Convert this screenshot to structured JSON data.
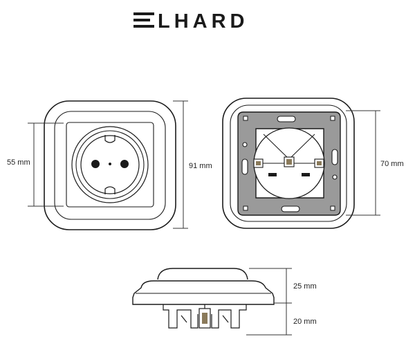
{
  "brand": {
    "name": "ELHARD",
    "color": "#1a1a1a"
  },
  "front_view": {
    "socket_diameter_label": "55 mm",
    "overall_height_label": "91 mm"
  },
  "back_view": {
    "insert_height_label": "70 mm"
  },
  "side_view": {
    "front_depth_label": "25 mm",
    "rear_depth_label": "20 mm"
  },
  "colors": {
    "line": "#1a1a1a",
    "dimension_line": "#333333",
    "mounting_plate": "#9a9a9a",
    "terminal": "#8a7a5a",
    "background": "#ffffff"
  }
}
